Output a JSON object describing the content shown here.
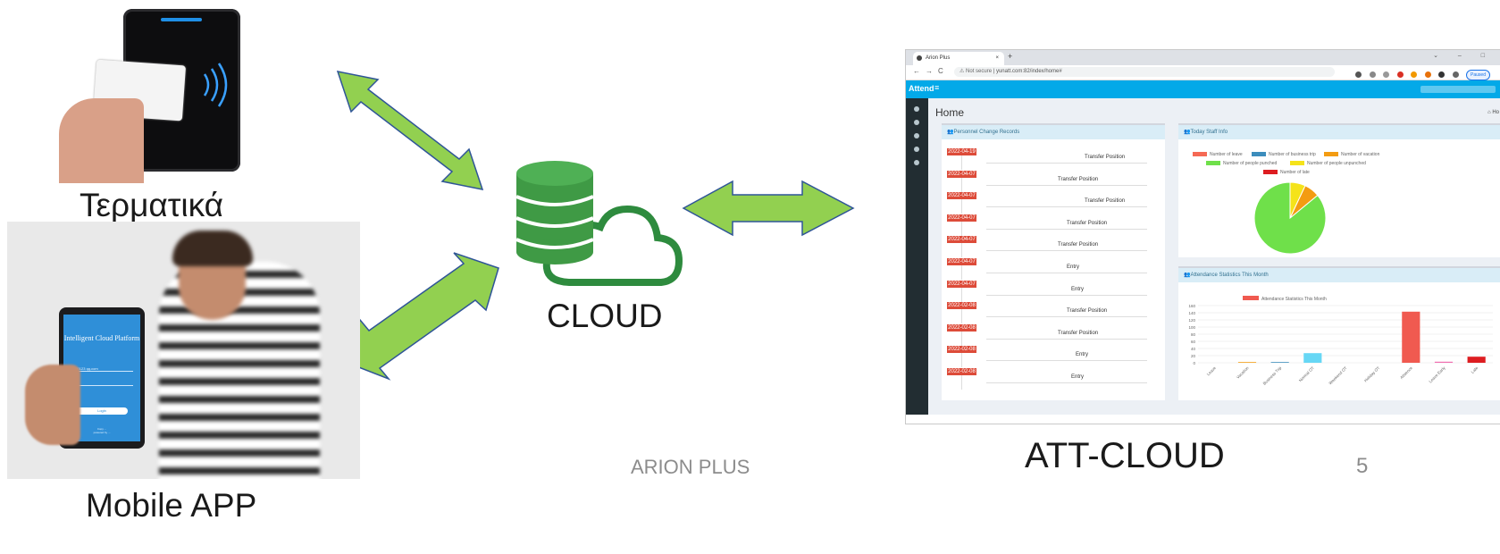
{
  "slide": {
    "labels": {
      "terminals": "Τερματικά",
      "mobile": "Mobile APP",
      "cloud": "CLOUD",
      "att_cloud": "ATT-CLOUD"
    },
    "footer": "ARION PLUS",
    "page_number": "5",
    "colors": {
      "arrow_fill": "#92d050",
      "arrow_stroke": "#2f5597",
      "cloud_green": "#2e8b3e",
      "db_green": "#3f9a45"
    }
  },
  "phone": {
    "title": "Intelligent Cloud Platform",
    "username": "cfd00123 qq.com",
    "password": "•••3",
    "login_label": "Login",
    "footer_line1": "Copy ...",
    "footer_line2": "powered by ..."
  },
  "browser": {
    "tab_title": "Arion Plus",
    "tab_close": "×",
    "new_tab": "+",
    "window_controls": "⌄ – □",
    "url_prefix": "Not secure",
    "url": "yunatt.com:82/index/home#",
    "profile_state": "Paused",
    "app_brand": "Attend",
    "menu_icon": "≡",
    "page_title": "Home",
    "breadcrumb": "Ho",
    "personnel_box_title": "Personnel Change Records",
    "records": [
      {
        "date": "2022-04-19",
        "text": "Transfer Position"
      },
      {
        "date": "2022-04-07",
        "text": "Transfer Position"
      },
      {
        "date": "2022-04-07",
        "text": "Transfer Position"
      },
      {
        "date": "2022-04-07",
        "text": "Transfer Position"
      },
      {
        "date": "2022-04-07",
        "text": "Transfer Position"
      },
      {
        "date": "2022-04-07",
        "text": "Entry"
      },
      {
        "date": "2022-04-07",
        "text": "Entry"
      },
      {
        "date": "2022-02-08",
        "text": "Transfer Position"
      },
      {
        "date": "2022-02-08",
        "text": "Transfer Position"
      },
      {
        "date": "2022-02-08",
        "text": "Entry"
      },
      {
        "date": "2022-02-08",
        "text": "Entry"
      }
    ],
    "staff_box_title": "Today Staff Info",
    "staff_legend": [
      {
        "label": "Number of leave",
        "color": "#f56954"
      },
      {
        "label": "Number of business trip",
        "color": "#3c8dbc"
      },
      {
        "label": "Number of vacation",
        "color": "#f39c12"
      },
      {
        "label": "Number of people punched",
        "color": "#6fe04a"
      },
      {
        "label": "Number of people unpunched",
        "color": "#f5e31a"
      },
      {
        "label": "Number of late",
        "color": "#dd1d21"
      }
    ],
    "attendance_box_title": "Attendance Statistics This Month"
  },
  "chart_data": [
    {
      "type": "pie",
      "title": "",
      "labels": [
        "Number of people punched",
        "Number of people unpunched",
        "Number of vacation"
      ],
      "values": [
        86,
        7,
        7
      ],
      "colors": [
        "#6fe04a",
        "#f5e31a",
        "#f39c12"
      ]
    },
    {
      "type": "bar",
      "title": "",
      "legend": "Attendance Statistics This Month",
      "categories": [
        "Leave",
        "Vacation",
        "Business Trip",
        "Normal OT",
        "Weekend OT",
        "Holiday OT",
        "Absence",
        "Leave Early",
        "Late"
      ],
      "values": [
        0,
        2,
        2,
        27,
        0,
        0,
        143,
        3,
        17
      ],
      "colors": [
        "#f56954",
        "#f39c12",
        "#3c8dbc",
        "#67d7f5",
        "#aaaaaa",
        "#aaaaaa",
        "#f05a50",
        "#f06fb0",
        "#dd1d21"
      ],
      "yticks": [
        0,
        20,
        40,
        60,
        80,
        100,
        120,
        140,
        160
      ],
      "ylim": [
        0,
        160
      ],
      "grid": true
    }
  ]
}
